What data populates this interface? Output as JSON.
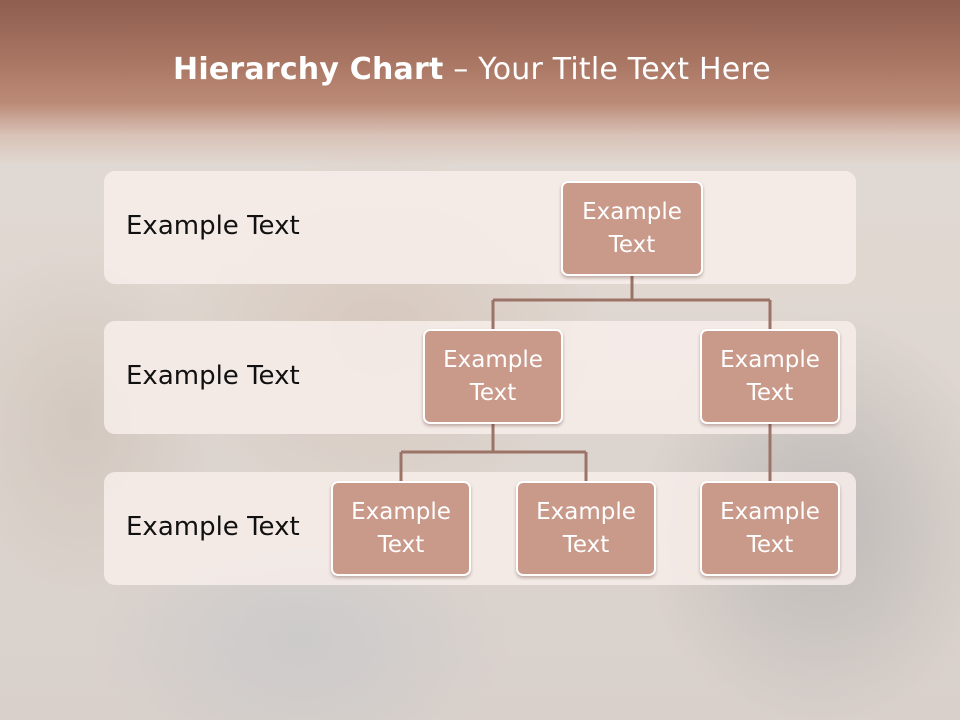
{
  "title": {
    "bold": "Hierarchy Chart",
    "rest": " – Your Title Text Here"
  },
  "levels": [
    {
      "label": "Example Text"
    },
    {
      "label": "Example Text"
    },
    {
      "label": "Example Text"
    }
  ],
  "nodes": {
    "root": "Example Text",
    "level2": [
      "Example Text",
      "Example Text"
    ],
    "level3": [
      "Example Text",
      "Example Text",
      "Example Text"
    ]
  },
  "colors": {
    "title_band": "#a87462",
    "node_fill": "#c9998a",
    "connector": "#9c7467",
    "band_fill": "#f7eeea"
  }
}
